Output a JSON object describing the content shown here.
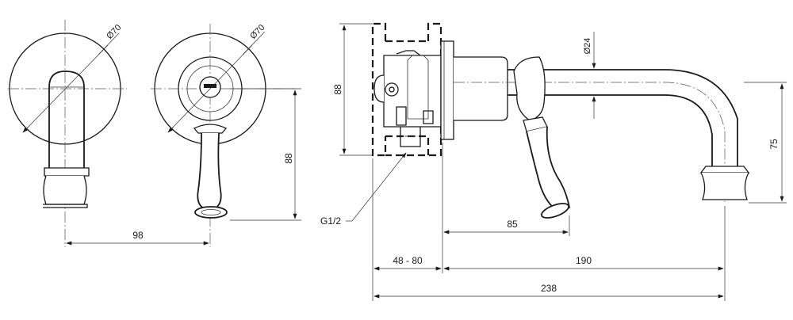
{
  "dimensions": {
    "front_spout_diameter": "Ø70",
    "front_handle_diameter": "Ø70",
    "front_height": "88",
    "front_width": "98",
    "side_body_height": "88",
    "spout_diameter": "Ø24",
    "spout_drop": "75",
    "lever_reach": "85",
    "wall_depth": "48 - 80",
    "spout_projection": "190",
    "overall_length": "238",
    "inlet_thread": "G1/2"
  },
  "colors": {
    "line": "#1a1a1a",
    "paper": "#ffffff"
  }
}
